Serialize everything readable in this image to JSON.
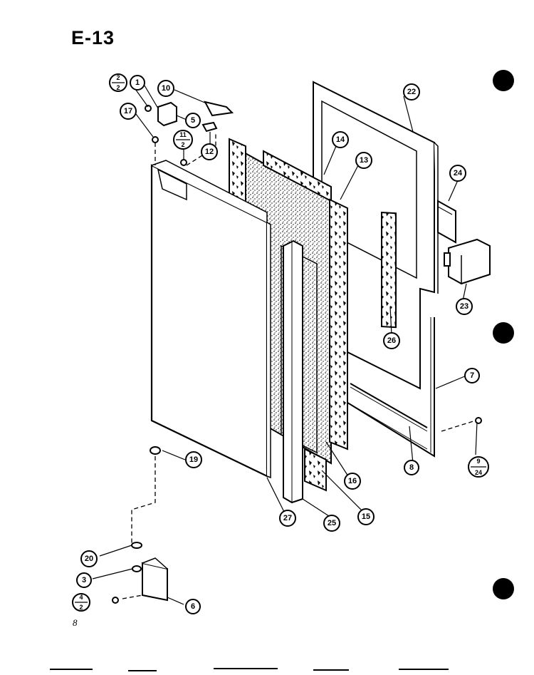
{
  "diagram": {
    "title": "E-13",
    "page_number": "8",
    "callouts": [
      {
        "id": "c1",
        "label": "1"
      },
      {
        "id": "c2",
        "num": "2",
        "den": "2"
      },
      {
        "id": "c10",
        "label": "10"
      },
      {
        "id": "c17",
        "label": "17"
      },
      {
        "id": "c5",
        "label": "5"
      },
      {
        "id": "c11",
        "num": "11",
        "den": "2"
      },
      {
        "id": "c12",
        "label": "12"
      },
      {
        "id": "c22",
        "label": "22"
      },
      {
        "id": "c14",
        "label": "14"
      },
      {
        "id": "c13",
        "label": "13"
      },
      {
        "id": "c24",
        "label": "24"
      },
      {
        "id": "c23",
        "label": "23"
      },
      {
        "id": "c26",
        "label": "26"
      },
      {
        "id": "c7",
        "label": "7"
      },
      {
        "id": "c9",
        "num": "9",
        "den": "24"
      },
      {
        "id": "c8",
        "label": "8"
      },
      {
        "id": "c19",
        "label": "19"
      },
      {
        "id": "c16",
        "label": "16"
      },
      {
        "id": "c15",
        "label": "15"
      },
      {
        "id": "c27",
        "label": "27"
      },
      {
        "id": "c25",
        "label": "25"
      },
      {
        "id": "c20",
        "label": "20"
      },
      {
        "id": "c3",
        "label": "3"
      },
      {
        "id": "c4",
        "num": "4",
        "den": "2"
      },
      {
        "id": "c6",
        "label": "6"
      }
    ]
  }
}
